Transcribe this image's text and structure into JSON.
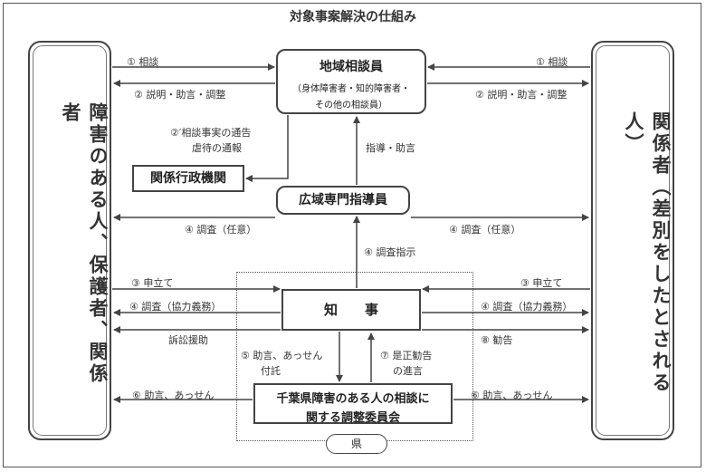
{
  "title": "対象事案解決の仕組み",
  "left_party": "障害のある人、保護者、関係者",
  "right_party": "関係者（差別をしたとされる人）",
  "boxes": {
    "counselor_title": "地域相談員",
    "counselor_sub1": "（身体障害者・知的障害者・",
    "counselor_sub2": "その他の相談員）",
    "admin_agency": "関係行政機関",
    "wide_advisor": "広域専門指導員",
    "governor": "知　　事",
    "committee_line1": "千葉県障害のある人の相談に",
    "committee_line2": "関する調整委員会",
    "prefecture": "県"
  },
  "labels": {
    "consult_left": "①  相談",
    "explain_left": "②  説明・助言・調整",
    "consult_right": "①  相談",
    "explain_right": "②  説明・助言・調整",
    "notify_line1": "②′相談事実の通告",
    "notify_line2": "虐待の通報",
    "guidance": "指導・助言",
    "investigate_left": "④  調査（任意）",
    "investigate_right": "④  調査（任意）",
    "investigate_order": "④  調査指示",
    "petition_left": "③  申立て",
    "petition_right": "③  申立て",
    "mandatory_left": "④  調査（協力義務）",
    "mandatory_right": "④  調査（協力義務）",
    "litigation_support": "訴訟援助",
    "recommend": "⑧  勧告",
    "referral_line1": "⑤  助言、あっせん",
    "referral_line2": "付託",
    "correction_line1": "⑦  是正勧告",
    "correction_line2": "の進言",
    "mediation_left": "⑥  助言、あっせん",
    "mediation_right": "⑥  助言、あっせん"
  }
}
